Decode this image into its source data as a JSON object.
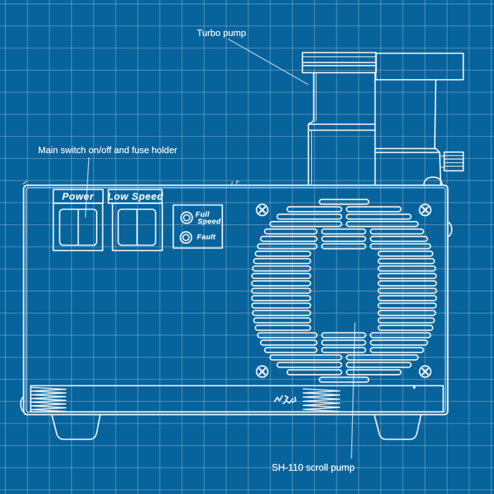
{
  "colors": {
    "background": "#07639C",
    "grid": "rgba(244,249,252,0.33)",
    "line": "#F4F9FC",
    "text": "#FFFFFF"
  },
  "annotations": {
    "turbo_pump": {
      "label": "Turbo pump"
    },
    "main_switch": {
      "label": "Main switch on/off and fuse holder"
    },
    "scroll_pump": {
      "label": "SH-110 scroll pump"
    }
  },
  "panel": {
    "power": "Power",
    "low_speed": "Low Speed",
    "full_speed_line1": "Full",
    "full_speed_line2": "Speed",
    "fault": "Fault"
  }
}
